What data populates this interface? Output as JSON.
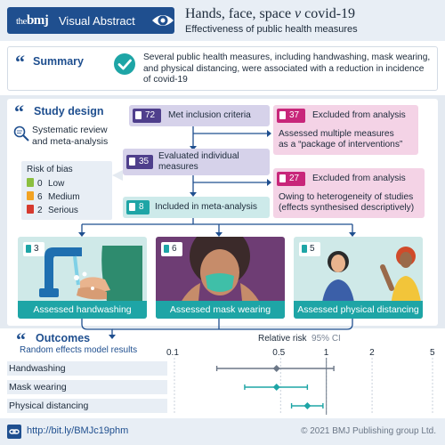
{
  "header": {
    "brand_the": "the",
    "brand_bmj": "bmj",
    "badge_label": "Visual Abstract",
    "badge_icon": "eye-icon",
    "title_main": "Hands, face, space ",
    "title_v": "v",
    "title_end": " covid-19",
    "subtitle": "Effectiveness of public health measures"
  },
  "summary": {
    "heading": "Summary",
    "icon": "check-icon",
    "text": "Several public health measures, including handwashing, mask wearing, and physical distancing, were associated with a reduction in incidence of covid-19"
  },
  "design": {
    "heading": "Study design",
    "subheading_line1": "Systematic review",
    "subheading_line2": "and meta-analysis",
    "risk_of_bias": {
      "title": "Risk of bias",
      "rows": [
        {
          "count": "0",
          "label": "Low",
          "color": "#8bbf3f"
        },
        {
          "count": "6",
          "label": "Medium",
          "color": "#f2a324"
        },
        {
          "count": "2",
          "label": "Serious",
          "color": "#d63a2f"
        }
      ]
    },
    "flow": {
      "met": {
        "count": "72",
        "label": "Met inclusion criteria"
      },
      "excluded1": {
        "count": "37",
        "label": "Excluded from analysis",
        "line1": "Assessed multiple measures",
        "line2": "as a “package of interventions”"
      },
      "evaluated": {
        "count": "35",
        "line1": "Evaluated individual",
        "line2": "measures"
      },
      "excluded2": {
        "count": "27",
        "label": "Excluded from analysis",
        "line1": "Owing to heterogeneity of studies",
        "line2": "(effects synthesised descriptively)"
      },
      "included": {
        "count": "8",
        "label": "Included in meta-analysis"
      }
    },
    "panels": [
      {
        "count": "3",
        "label": "Assessed handwashing"
      },
      {
        "count": "6",
        "label": "Assessed mask wearing"
      },
      {
        "count": "5",
        "label": "Assessed physical distancing"
      }
    ]
  },
  "outcomes": {
    "heading": "Outcomes",
    "subheading": "Random effects model results",
    "rr_label": "Relative risk",
    "ci_label": "95% CI",
    "axis_ticks": [
      "0.1",
      "0.5",
      "1",
      "2",
      "5"
    ],
    "colors": {
      "handwashing": "#6b7787",
      "mask": "#1ea5a6",
      "distancing": "#1ea5a6"
    }
  },
  "chart_data": {
    "type": "forest",
    "x_scale": "log",
    "xlim": [
      0.1,
      5
    ],
    "xlabel": "Relative risk",
    "rows": [
      {
        "name": "Handwashing",
        "estimate": 0.47,
        "ci": [
          0.19,
          1.12
        ]
      },
      {
        "name": "Mask wearing",
        "estimate": 0.47,
        "ci": [
          0.29,
          0.75
        ]
      },
      {
        "name": "Physical distancing",
        "estimate": 0.75,
        "ci": [
          0.59,
          0.95
        ]
      }
    ]
  },
  "footer": {
    "link": "http://bit.ly/BMJc19phm",
    "copyright": "© 2021 BMJ Publishing group Ltd."
  }
}
